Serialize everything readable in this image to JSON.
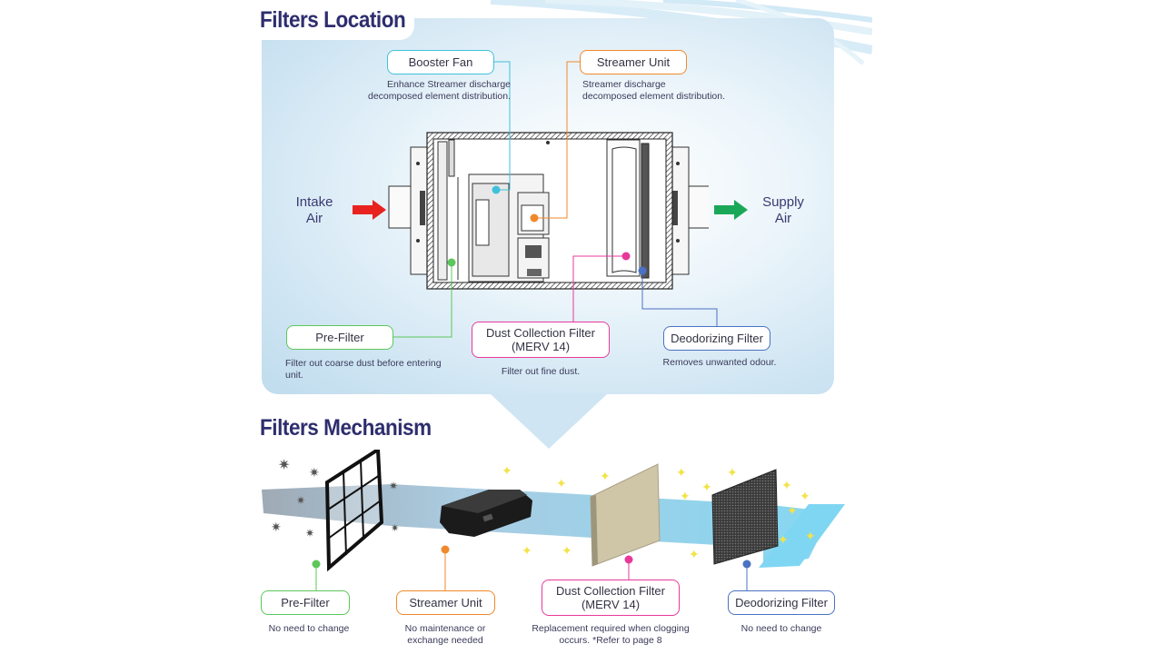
{
  "location": {
    "title": "Filters Location",
    "intake_label": [
      "Intake",
      "Air"
    ],
    "supply_label": [
      "Supply",
      "Air"
    ],
    "booster_fan": {
      "label": "Booster Fan",
      "desc": [
        "Enhance Streamer discharge",
        "decomposed element distribution."
      ],
      "color": "#3fc1dc"
    },
    "streamer_unit": {
      "label": "Streamer Unit",
      "desc": [
        "Streamer discharge",
        "decomposed element distribution."
      ],
      "color": "#f0892b"
    },
    "pre_filter": {
      "label": "Pre-Filter",
      "desc": [
        "Filter out coarse dust before entering",
        "unit."
      ],
      "color": "#5cc75a"
    },
    "dust_filter": {
      "label": [
        "Dust Collection Filter",
        "(MERV 14)"
      ],
      "desc": "Filter out fine dust.",
      "color": "#e8399b"
    },
    "deodorizing_filter": {
      "label": "Deodorizing Filter",
      "desc": "Removes unwanted odour.",
      "color": "#4a72c4"
    }
  },
  "mechanism": {
    "title": "Filters Mechanism",
    "pre_filter": {
      "label": "Pre-Filter",
      "desc": "No need to change",
      "color": "#5cc75a"
    },
    "streamer_unit": {
      "label": "Streamer Unit",
      "desc": [
        "No maintenance or",
        "exchange needed"
      ],
      "color": "#f0892b"
    },
    "dust_filter": {
      "label": [
        "Dust Collection Filter",
        "(MERV 14)"
      ],
      "desc": [
        "Replacement required when clogging",
        "occurs. *Refer to page 8"
      ],
      "color": "#e8399b"
    },
    "deodorizing_filter": {
      "label": "Deodorizing Filter",
      "desc": "No need to change",
      "color": "#4a72c4"
    }
  },
  "colors": {
    "title": "#2e2d6e",
    "intake_arrow": "#e8231f",
    "supply_arrow": "#1aa858",
    "air_stream": "#9fd8ee"
  }
}
